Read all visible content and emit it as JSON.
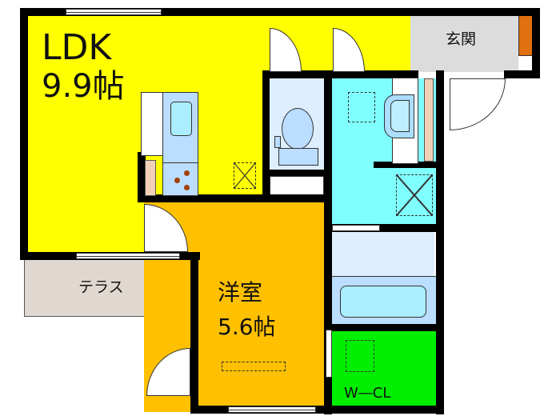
{
  "plan": {
    "rooms": [
      {
        "id": "ldk",
        "name": "LDK",
        "size": "9.9帖",
        "color": "#ffff00"
      },
      {
        "id": "genkan",
        "name": "玄関",
        "color": "#dcdcdc"
      },
      {
        "id": "terrace",
        "name": "テラス",
        "color": "#e0d8d0"
      },
      {
        "id": "yoshitsu",
        "name": "洋室",
        "size": "5.6帖",
        "color": "#ffc000"
      },
      {
        "id": "wcl",
        "name": "W―CL",
        "color": "#00ee00"
      },
      {
        "id": "washroom",
        "color": "#80ffff"
      },
      {
        "id": "toilet",
        "color": "#ddeeff"
      },
      {
        "id": "bath",
        "color": "#ddeeff"
      }
    ],
    "colors": {
      "wall": "#000000",
      "ldk": "#ffff00",
      "genkan": "#dcdcdc",
      "terrace": "#e0d8d0",
      "yoshitsu": "#ffc000",
      "wcl": "#00ee00",
      "washroom": "#80ffff",
      "toilet": "#ddeeff",
      "fixture": "#bbddff",
      "shoe_box": "#e07010",
      "fridge": "#f2d0b8"
    }
  }
}
